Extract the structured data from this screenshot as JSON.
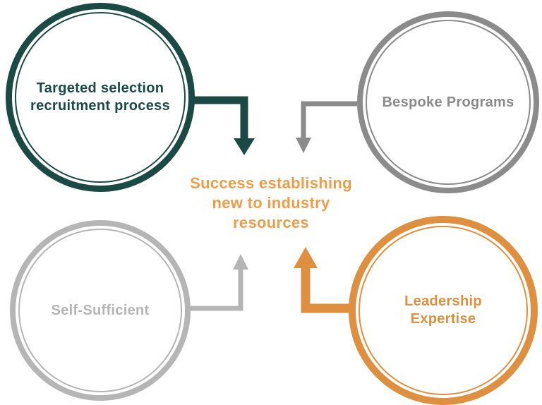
{
  "diagram": {
    "background_color": "#ffffff",
    "center_text": {
      "line1": "Success establishing",
      "line2": "new to industry",
      "line3": "resources",
      "color": "#ed9c48"
    },
    "nodes": [
      {
        "id": "targeted-selection-recruitment-process",
        "lines": [
          "Targeted selection",
          "recruitment process"
        ],
        "color": "#1b4a45"
      },
      {
        "id": "bespoke-programs",
        "lines": [
          "Bespoke Programs"
        ],
        "color": "#8b8b8b"
      },
      {
        "id": "self-sufficient",
        "lines": [
          "Self-Sufficient"
        ],
        "color": "#b5b5b5"
      },
      {
        "id": "leadership-expertise",
        "lines": [
          "Leadership Expertise"
        ],
        "color": "#de9040"
      }
    ]
  }
}
